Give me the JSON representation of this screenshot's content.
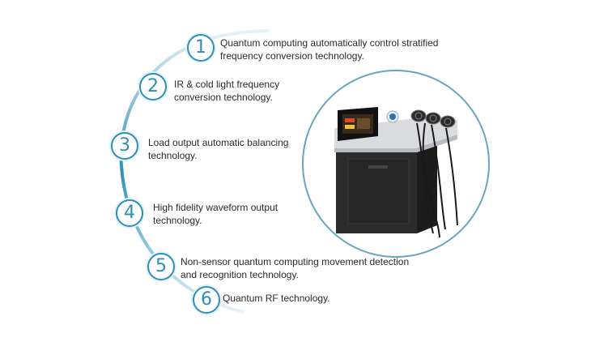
{
  "features": [
    {
      "number": "1",
      "text_line1": "Quantum computing automatically control stratified",
      "text_line2": "frequency conversion technology."
    },
    {
      "number": "2",
      "text_line1": "IR & cold light frequency",
      "text_line2": "conversion technology."
    },
    {
      "number": "3",
      "text_line1": "Load output automatic balancing",
      "text_line2": "technology."
    },
    {
      "number": "4",
      "text_line1": "High fidelity waveform output",
      "text_line2": "technology."
    },
    {
      "number": "5",
      "text_line1": "Non-sensor quantum computing movement detection",
      "text_line2": "and recognition technology."
    },
    {
      "number": "6",
      "text_line1": "Quantum RF technology.",
      "text_line2": ""
    }
  ],
  "colors": {
    "accent": "#2f8fb8",
    "arc_light": "#bfe0ef",
    "machine_body": "#2b2b2b"
  }
}
